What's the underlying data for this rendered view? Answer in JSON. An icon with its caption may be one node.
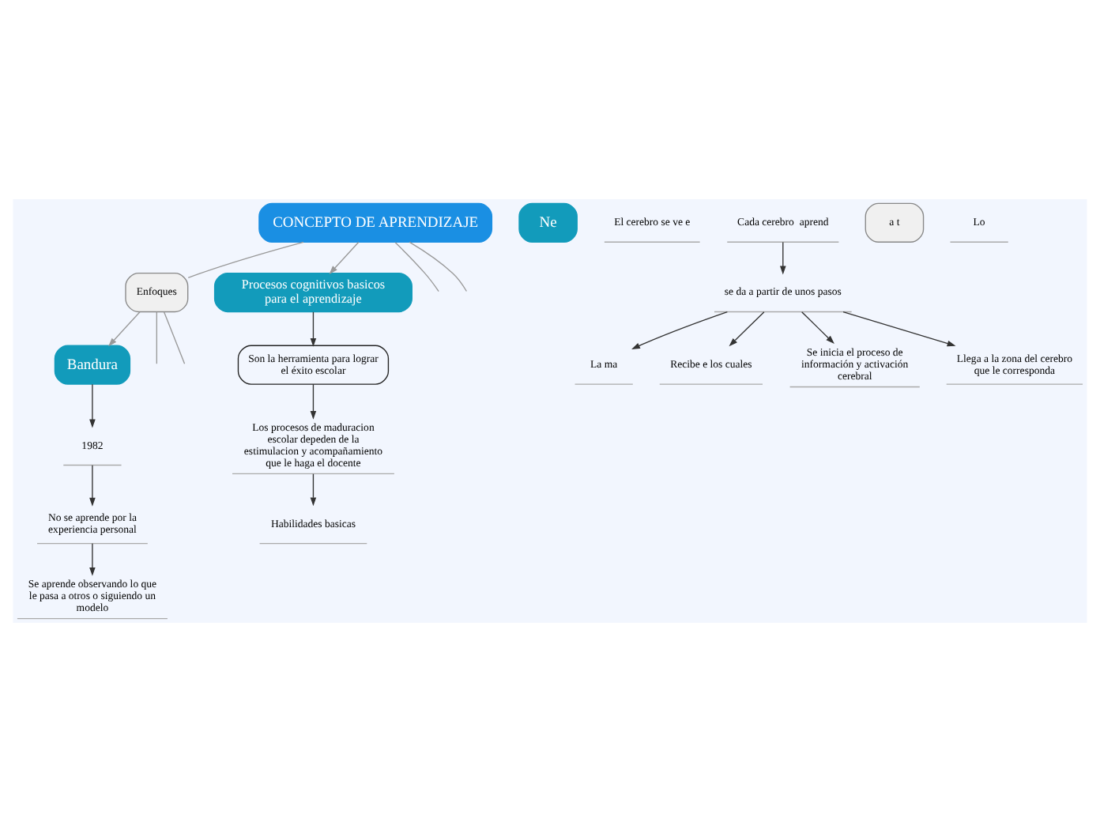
{
  "diagram": {
    "nodes": [
      {
        "text": [
          "CONCEPTO DE APRENDIZAJE"
        ]
      },
      {
        "text": [
          "Enfoques"
        ]
      },
      {
        "text": [
          "Bandura"
        ]
      },
      {
        "text": [
          "1982"
        ]
      },
      {
        "text": [
          "No se aprende por la experiencia personal"
        ]
      },
      {
        "text": [
          "Se aprende observando lo que le pasa a otros o siguiendo un modelo"
        ]
      },
      {
        "text": [
          "Procesos cognitivos basicos para el aprendizaje"
        ]
      },
      {
        "text": [
          "Son la herramienta para lograr el éxito escolar"
        ]
      },
      {
        "text": [
          "Los procesos de maduracion escolar depeden de la estimulacion y acompañamiento que le haga el docente"
        ]
      },
      {
        "text": [
          "Habilidades basicas"
        ]
      },
      {
        "text": [
          "Ne"
        ]
      },
      {
        "text": [
          "El cerebro se ve e"
        ]
      },
      {
        "text": [
          "Cada cerebro  aprend"
        ]
      },
      {
        "text": [
          "se da a partir de unos pasos"
        ]
      },
      {
        "text": [
          "La ma"
        ]
      },
      {
        "text": [
          "Recibe e los cuales"
        ]
      },
      {
        "text": [
          "Se inicia el proceso de información y activación cerebral"
        ]
      },
      {
        "text": [
          "Llega a la zona del cerebro que le corresponda"
        ]
      },
      {
        "text": [
          "a t"
        ]
      },
      {
        "text": [
          "Lo"
        ]
      }
    ],
    "edges": [
      {
        "from": 0,
        "to": null,
        "arrow": "none",
        "color": "#999999"
      },
      {
        "from": 0,
        "to": null,
        "arrow": "none",
        "color": "#999999"
      },
      {
        "from": 0,
        "to": 1,
        "arrow": "none",
        "color": "#999999"
      },
      {
        "from": 1,
        "to": null,
        "arrow": "none",
        "color": "#999999"
      },
      {
        "from": 1,
        "to": null,
        "arrow": "none",
        "color": "#999999"
      },
      {
        "from": 1,
        "to": 2,
        "arrow": "to",
        "color": "#999999"
      },
      {
        "from": 2,
        "to": 3,
        "arrow": "to"
      },
      {
        "from": 3,
        "to": 4,
        "arrow": "to"
      },
      {
        "from": 4,
        "to": 5,
        "arrow": "to"
      },
      {
        "from": 0,
        "to": 6,
        "arrow": "to",
        "color": "#999999"
      },
      {
        "from": 6,
        "to": 7,
        "arrow": "to"
      },
      {
        "from": 7,
        "to": 8,
        "arrow": "to"
      },
      {
        "from": 8,
        "to": 9,
        "arrow": "to"
      },
      {
        "from": 12,
        "to": 13,
        "arrow": "to"
      },
      {
        "from": 13,
        "to": 14,
        "arrow": "to"
      },
      {
        "from": 13,
        "to": 15,
        "arrow": "to"
      },
      {
        "from": 13,
        "to": 16,
        "arrow": "to"
      },
      {
        "from": 13,
        "to": 17,
        "arrow": "to"
      }
    ]
  }
}
